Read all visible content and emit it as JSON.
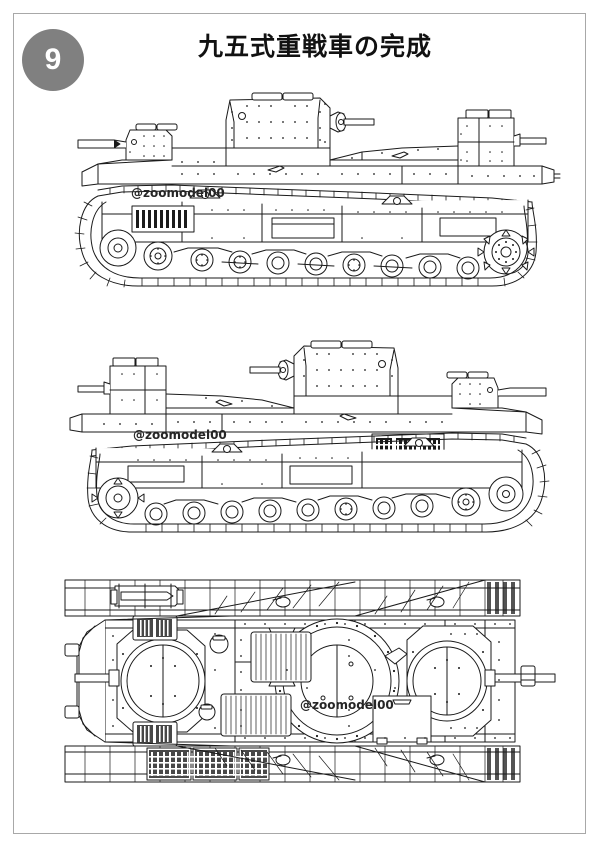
{
  "document": {
    "page_number": "9",
    "title": "九五式重戦車の完成",
    "background_color": "#ffffff",
    "frame_color": "#a8a8a8",
    "badge_color": "#808080",
    "badge_text_color": "#ffffff",
    "line_color": "#1a1a1a"
  },
  "watermarks": [
    {
      "text": "@zoomodel00"
    },
    {
      "text": "@zoomodel00"
    },
    {
      "text": "@zoomodel00"
    }
  ],
  "figures": [
    {
      "id": "side-view-right",
      "name": "Type 95 Heavy Tank — right side elevation",
      "orientation": "facing left",
      "features": [
        "main turret with 70mm gun",
        "forward machine-gun sub-turret",
        "riveted hull plates",
        "nine road wheels per side",
        "rear drive sprocket",
        "front idler wheel",
        "full-length track run",
        "track return rollers",
        "mud chute / exhaust box"
      ]
    },
    {
      "id": "side-view-left",
      "name": "Type 95 Heavy Tank — left side elevation",
      "orientation": "facing right",
      "features": [
        "main turret with 70mm gun",
        "rear machine-gun sub-turret",
        "engine deck louvres",
        "riveted hull plates",
        "nine road wheels per side",
        "front drive sprocket",
        "rear idler wheel",
        "side access hatch panel"
      ]
    },
    {
      "id": "top-plan-view",
      "name": "Type 95 Heavy Tank — top plan view",
      "orientation": "nose left",
      "features": [
        "main turret ring with cupola",
        "forward sub-turret with machine gun",
        "rear sub-turret",
        "engine deck grilles",
        "track guards over both tracks",
        "twin ventilator covers",
        "rectangular engine hatch",
        "towing points fore and aft"
      ]
    }
  ]
}
